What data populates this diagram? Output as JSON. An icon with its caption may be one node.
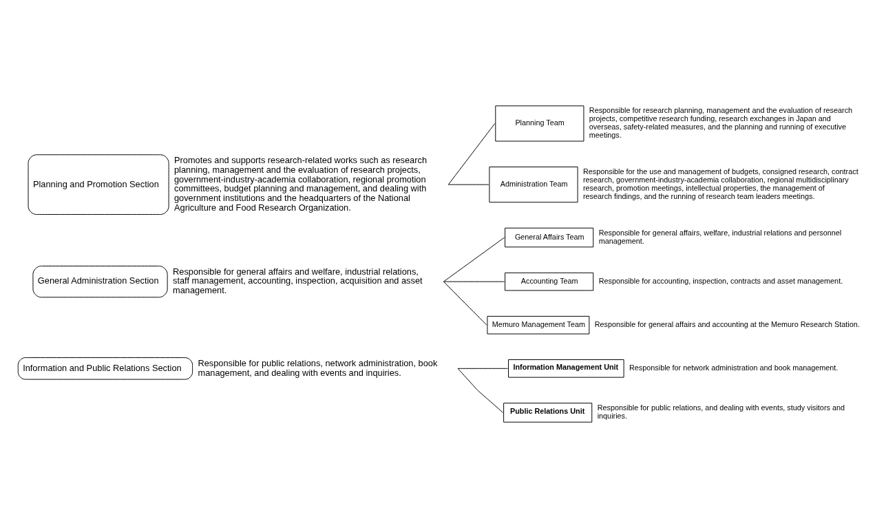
{
  "diagram": {
    "nodes": [
      {
        "text": [
          "Planning and Promotion Section"
        ],
        "beside": [
          "Promotes and supports research-related works such as research planning, management and the evaluation of research projects, government-industry-academia collaboration, regional promotion committees, budget planning and management, and dealing with government institutions and the headquarters of the National Agriculture and Food Research Organization."
        ]
      },
      {
        "text": [
          "Planning Team"
        ],
        "beside": [
          "Responsible for research planning, management and the evaluation of research projects, competitive research funding, research exchanges in Japan and overseas, safety-related measures, and the planning and running of executive meetings."
        ]
      },
      {
        "text": [
          "Administration Team"
        ],
        "beside": [
          "Responsible for the use and management of budgets, consigned research, contract research, government-industry-academia collaboration, regional multidisciplinary research, promotion meetings, intellectual properties, the management of research findings, and the running of research team leaders meetings."
        ]
      },
      {
        "text": [
          "General Administration Section"
        ],
        "beside": [
          "Responsible for general affairs and welfare, industrial relations, staff management, accounting, inspection, acquisition and asset management."
        ]
      },
      {
        "text": [
          "General Affairs Team"
        ],
        "beside": [
          "Responsible for general affairs, welfare, industrial relations and personnel management."
        ]
      },
      {
        "text": [
          "Accounting Team"
        ],
        "beside": [
          "Responsible for accounting, inspection, contracts and asset management."
        ]
      },
      {
        "text": [
          "Memuro Management Team"
        ],
        "beside": [
          "Responsible for general affairs and accounting at the Memuro Research Station."
        ]
      },
      {
        "text": [
          "Information and Public Relations Section"
        ],
        "beside": [
          "Responsible for public relations, network administration, book management, and dealing with events and inquiries."
        ]
      },
      {
        "text": [
          "Information Management Unit"
        ],
        "beside": [
          "Responsible for network administration and book management."
        ]
      },
      {
        "text": [
          "Public Relations Unit"
        ],
        "beside": [
          "Responsible for public relations, and dealing with events, study visitors and inquiries."
        ]
      }
    ],
    "edges": [
      {
        "from": 0,
        "to": 1,
        "arrow": "none"
      },
      {
        "from": 0,
        "to": 2,
        "arrow": "none"
      },
      {
        "from": 3,
        "to": 4,
        "arrow": "none"
      },
      {
        "from": 3,
        "to": 5,
        "arrow": "none"
      },
      {
        "from": 3,
        "to": 6,
        "arrow": "none"
      },
      {
        "from": 7,
        "to": 8,
        "arrow": "none"
      },
      {
        "from": 7,
        "to": 9,
        "arrow": "none"
      }
    ]
  }
}
